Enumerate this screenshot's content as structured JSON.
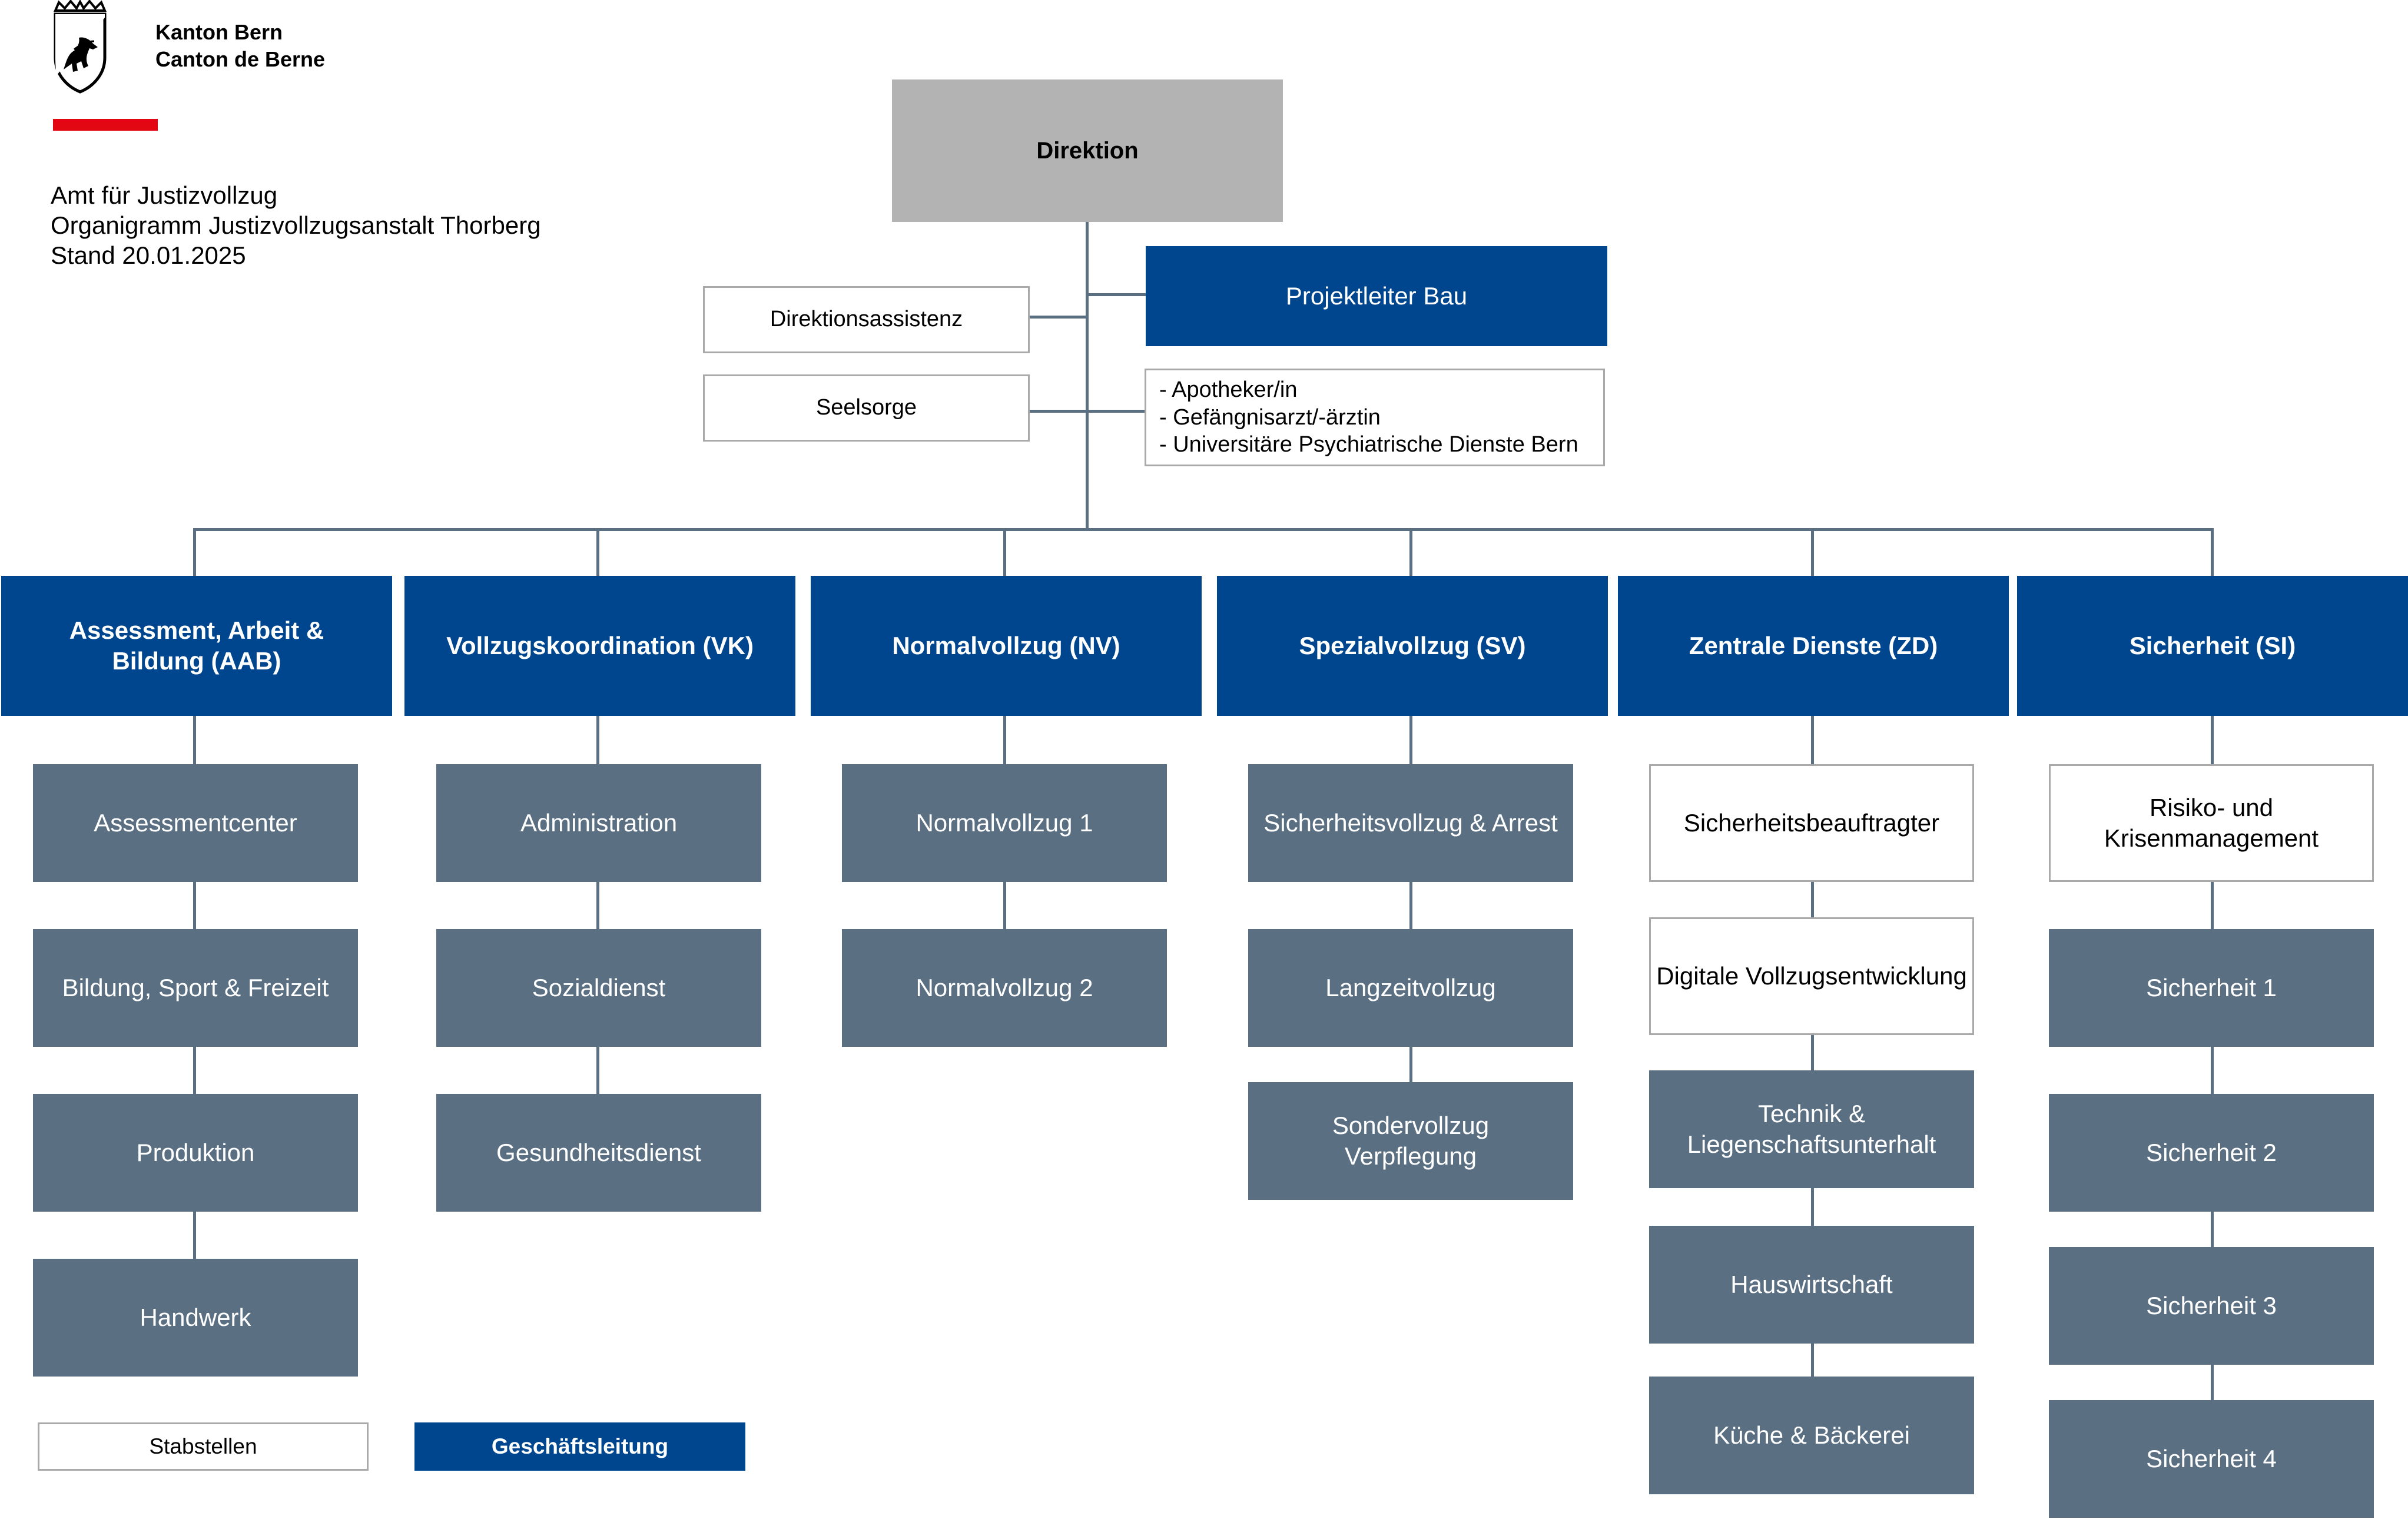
{
  "header": {
    "logo_line1": "Kanton Bern",
    "logo_line2": "Canton de Berne",
    "title_line1": "Amt für Justizvollzug",
    "title_line2": "Organigramm Justizvollzugsanstalt Thorberg",
    "title_line3": "Stand 20.01.2025",
    "accent_color": "#e30613"
  },
  "top": {
    "direktion": "Direktion",
    "projektleiter": "Projektleiter Bau",
    "direktionsassistenz": "Direktionsassistenz",
    "seelsorge": "Seelsorge",
    "external": [
      "- Apotheker/in",
      "- Gefängnisarzt/-ärztin",
      "- Universitäre Psychiatrische Dienste Bern"
    ]
  },
  "departments": [
    {
      "name_lines": [
        "Assessment, Arbeit &",
        "Bildung (AAB)"
      ],
      "units": [
        [
          "Assessmentcenter"
        ],
        [
          "Bildung, Sport & Freizeit"
        ],
        [
          "Produktion"
        ],
        [
          "Handwerk"
        ]
      ]
    },
    {
      "name_lines": [
        "Vollzugskoordination (VK)"
      ],
      "units": [
        [
          "Administration"
        ],
        [
          "Sozialdienst"
        ],
        [
          "Gesundheitsdienst"
        ]
      ]
    },
    {
      "name_lines": [
        "Normalvollzug (NV)"
      ],
      "units": [
        [
          "Normalvollzug 1"
        ],
        [
          "Normalvollzug 2"
        ]
      ]
    },
    {
      "name_lines": [
        "Spezialvollzug (SV)"
      ],
      "units": [
        [
          "Sicherheitsvollzug & Arrest"
        ],
        [
          "Langzeitvollzug"
        ],
        [
          "Sondervollzug",
          "Verpflegung"
        ]
      ]
    },
    {
      "name_lines": [
        "Zentrale Dienste (ZD)"
      ],
      "units": [
        [
          "Sicherheitsbeauftragter"
        ],
        [
          "Digitale Vollzugsentwicklung"
        ],
        [
          "Technik &",
          "Liegenschaftsunterhalt"
        ],
        [
          "Hauswirtschaft"
        ],
        [
          "Küche & Bäckerei"
        ]
      ]
    },
    {
      "name_lines": [
        "Sicherheit (SI)"
      ],
      "units": [
        [
          "Risiko- und",
          "Krisenmanagement"
        ],
        [
          "Sicherheit 1"
        ],
        [
          "Sicherheit 2"
        ],
        [
          "Sicherheit 3"
        ],
        [
          "Sicherheit 4"
        ]
      ]
    }
  ],
  "legend": {
    "stabstellen": "Stabstellen",
    "geschaeftsleitung": "Geschäftsleitung"
  },
  "colors": {
    "direktion": "#b3b3b3",
    "lead": "#00468e",
    "unit": "#5a6f82",
    "staff_border": "#a9a9a9",
    "connector": "#5a6f82"
  }
}
